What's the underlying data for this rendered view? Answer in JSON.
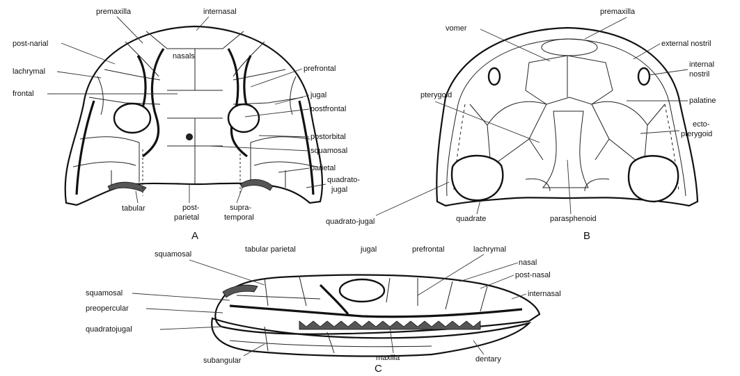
{
  "figure": {
    "panelA": {
      "letter": "A",
      "labels": {
        "premaxilla": "premaxilla",
        "internasal": "internasal",
        "post_narial": "post-narial",
        "nasals": "nasals",
        "lachrymal": "lachrymal",
        "frontal": "frontal",
        "prefrontal": "prefrontal",
        "jugal": "jugal",
        "postfrontal": "postfrontal",
        "postorbital": "postorbital",
        "squamosal": "squamosal",
        "parietal": "parietal",
        "quadrato_jugal_1": "quadrato-",
        "quadrato_jugal_2": "jugal",
        "tabular": "tabular",
        "post_parietal_1": "post-",
        "post_parietal_2": "parietal",
        "supra_temporal_1": "supra-",
        "supra_temporal_2": "temporal"
      }
    },
    "panelB": {
      "letter": "B",
      "labels": {
        "premaxilla": "premaxilla",
        "vomer": "vomer",
        "external_nostril": "external nostril",
        "internal_nostril_1": "internal",
        "internal_nostril_2": "nostril",
        "pterygoid": "pterygoid",
        "palatine": "palatine",
        "ecto_pterygoid_1": "ecto-",
        "ecto_pterygoid_2": "pterygoid",
        "quadrato_jugal": "quadrato-jugal",
        "quadrate": "quadrate",
        "parasphenoid": "parasphenoid"
      }
    },
    "panelC": {
      "letter": "C",
      "labels": {
        "squamosal_top": "squamosal",
        "tabular_parietal": "tabular parietal",
        "jugal": "jugal",
        "prefrontal": "prefrontal",
        "lachrymal": "lachrymal",
        "nasal": "nasal",
        "post_nasal": "post-nasal",
        "internasal": "internasal",
        "squamosal_left": "squamosal",
        "preopercular": "preopercular",
        "quadratojugal": "quadratojugal",
        "subangular": "subangular",
        "maxilla": "maxilla",
        "dentary": "dentary"
      }
    }
  }
}
